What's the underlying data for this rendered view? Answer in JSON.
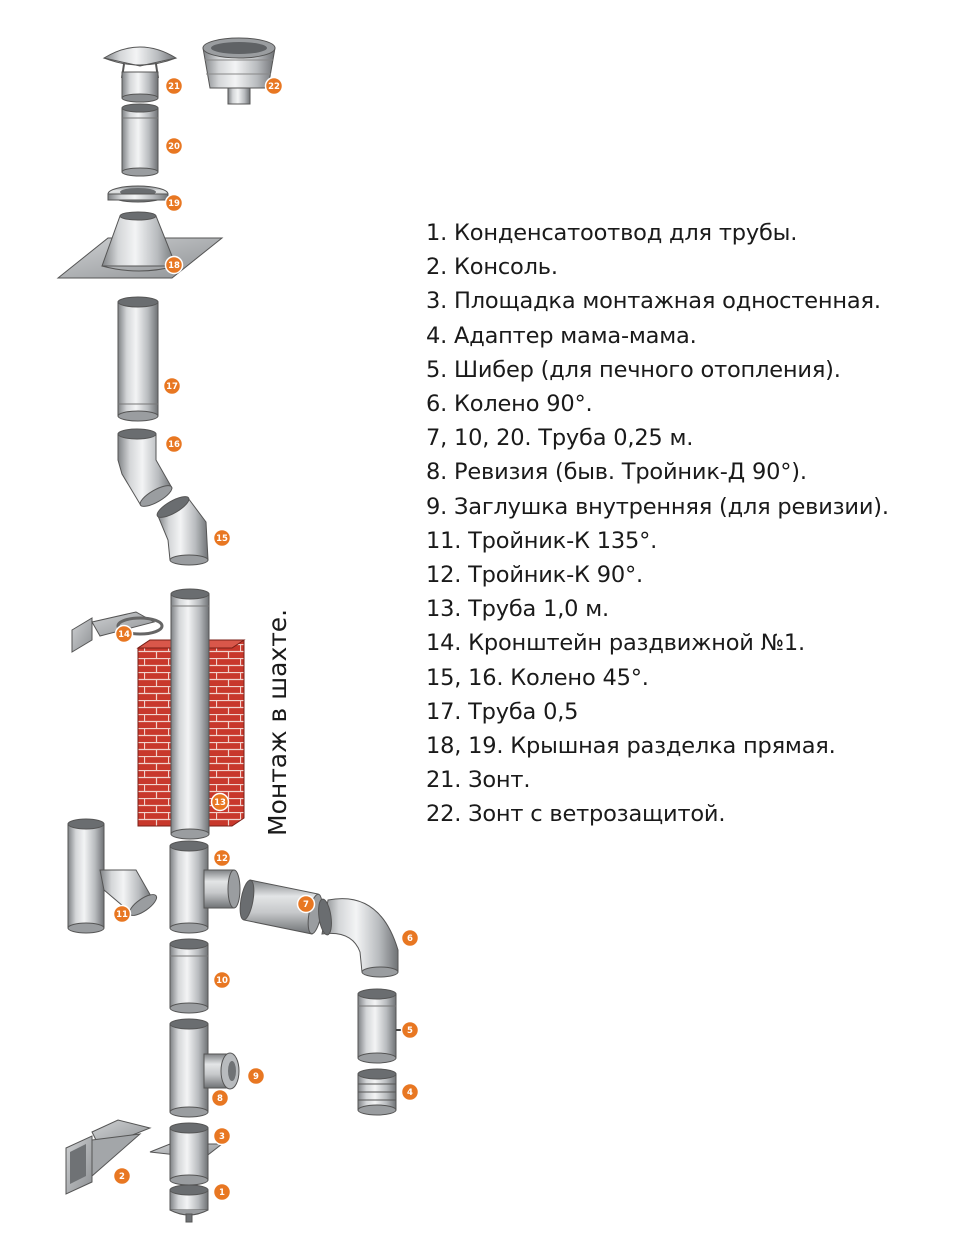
{
  "legend": [
    "1. Конденсатоотвод для трубы.",
    "2. Консоль.",
    "3. Площадка монтажная одностенная.",
    "4. Адаптер мама-мама.",
    "5. Шибер (для печного отопления).",
    "6. Колено 90°.",
    "7, 10, 20. Труба 0,25 м.",
    "8. Ревизия (быв. Тройник-Д 90°).",
    "9. Заглушка внутренняя (для ревизии).",
    "11. Тройник-К 135°.",
    "12. Тройник-К 90°.",
    "13. Труба 1,0 м.",
    "14. Кронштейн раздвижной №1.",
    "15, 16. Колено 45°.",
    "17. Труба 0,5",
    "18, 19. Крышная разделка прямая.",
    "21. Зонт.",
    "22. Зонт с ветрозащитой."
  ],
  "vertical_label": "Монтаж в шахте.",
  "badges": [
    "1",
    "2",
    "3",
    "4",
    "5",
    "6",
    "7",
    "8",
    "9",
    "10",
    "11",
    "12",
    "13",
    "14",
    "15",
    "16",
    "17",
    "18",
    "19",
    "20",
    "21",
    "22"
  ],
  "colors": {
    "badge_fill": "#e87722",
    "brick": "#c0392b",
    "steel_light": "#e6e7e8",
    "steel_dark": "#8a8d90",
    "text": "#1a1a1a"
  }
}
